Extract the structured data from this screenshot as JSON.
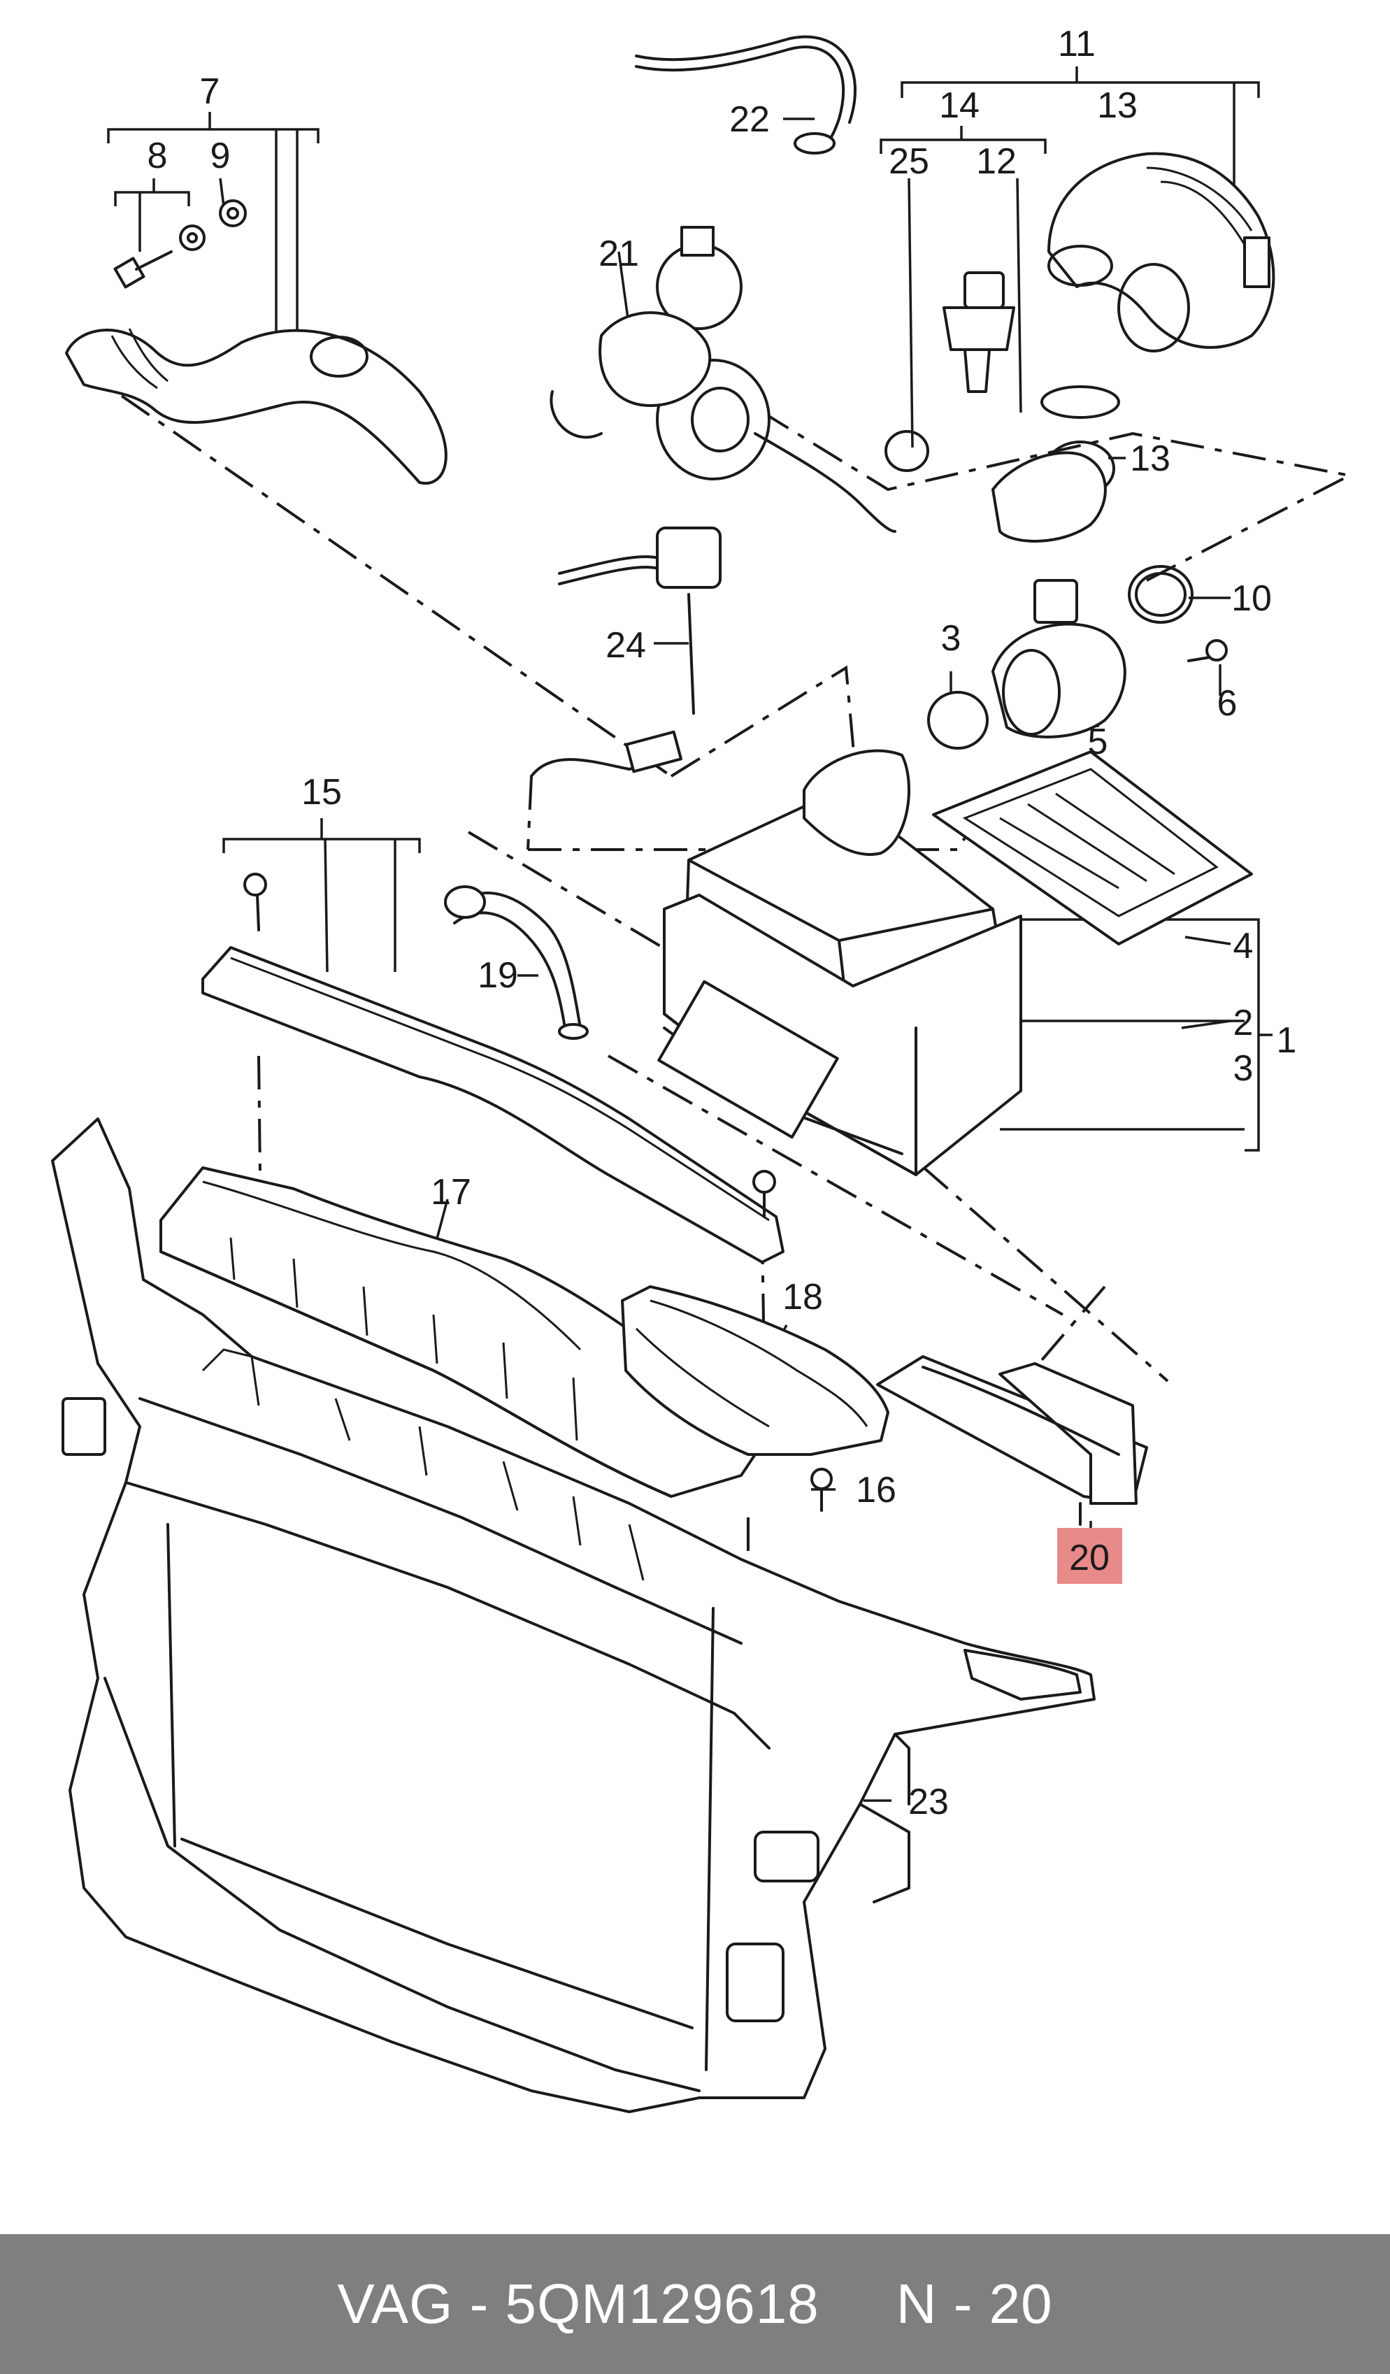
{
  "callouts": {
    "c1": "1",
    "c2": "2",
    "c3a": "3",
    "c3b": "3",
    "c4": "4",
    "c5": "5",
    "c6": "6",
    "c7": "7",
    "c8": "8",
    "c9": "9",
    "c10": "10",
    "c11": "11",
    "c12": "12",
    "c13a": "13",
    "c13b": "13",
    "c14": "14",
    "c15": "15",
    "c16": "16",
    "c17": "17",
    "c18": "18",
    "c19": "19",
    "c20": "20",
    "c21": "21",
    "c22": "22",
    "c23": "23",
    "c24": "24",
    "c25": "25"
  },
  "highlight": {
    "part": "20",
    "color": "#e8898a"
  },
  "footer": {
    "part_number": "VAG - 5QM129618",
    "position": "N - 20",
    "background": "#7f7f7f"
  }
}
